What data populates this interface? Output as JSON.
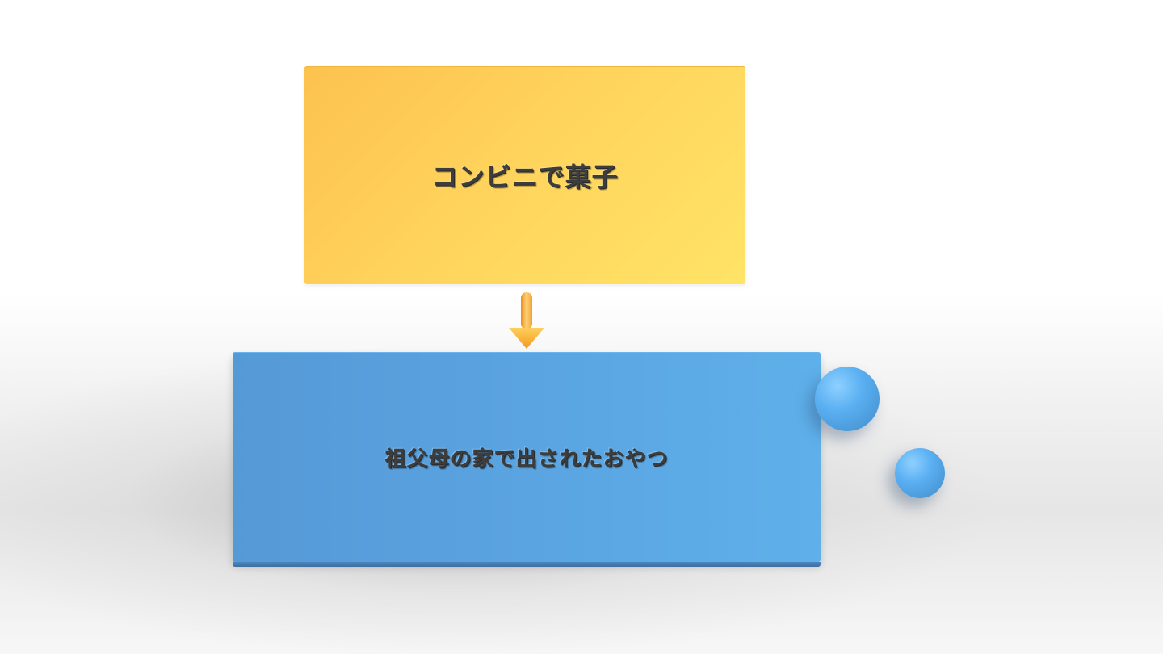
{
  "nodes": {
    "top": {
      "label": "コンビニで菓子",
      "color": "#ffd35c"
    },
    "bottom": {
      "label": "祖父母の家で出されたおやつ",
      "color": "#5aa5e2"
    }
  },
  "edges": [
    {
      "from": "top",
      "to": "bottom",
      "color": "#f5a623"
    }
  ],
  "decorations": {
    "spheres": 2,
    "sphere_color": "#5ab0f2"
  }
}
